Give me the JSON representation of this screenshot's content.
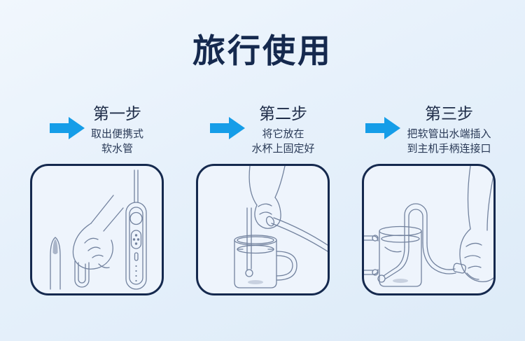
{
  "page": {
    "title": "旅行使用"
  },
  "colors": {
    "background": "#e7f1fb",
    "title": "#15294e",
    "arrow": "#159de8",
    "panel_border": "#15294e",
    "panel_bg": "#eef4fc",
    "art_stroke": "#72829e",
    "step_label": "#1e2c48",
    "desc_text": "#2a3a57"
  },
  "steps": [
    {
      "label": "第一步",
      "desc_line1": "取出便携式",
      "desc_line2": "软水管",
      "illustration": "hand-taking-out-portable-soft-tube-beside-flosser-handle"
    },
    {
      "label": "第二步",
      "desc_line1": "将它放在",
      "desc_line2": "水杯上固定好",
      "illustration": "hand-fixing-tube-into-water-cup"
    },
    {
      "label": "第三步",
      "desc_line1": "把软管出水端插入",
      "desc_line2": "到主机手柄连接口",
      "illustration": "hose-outlet-hooked-on-cup-connected-to-handle-in-hand"
    }
  ]
}
